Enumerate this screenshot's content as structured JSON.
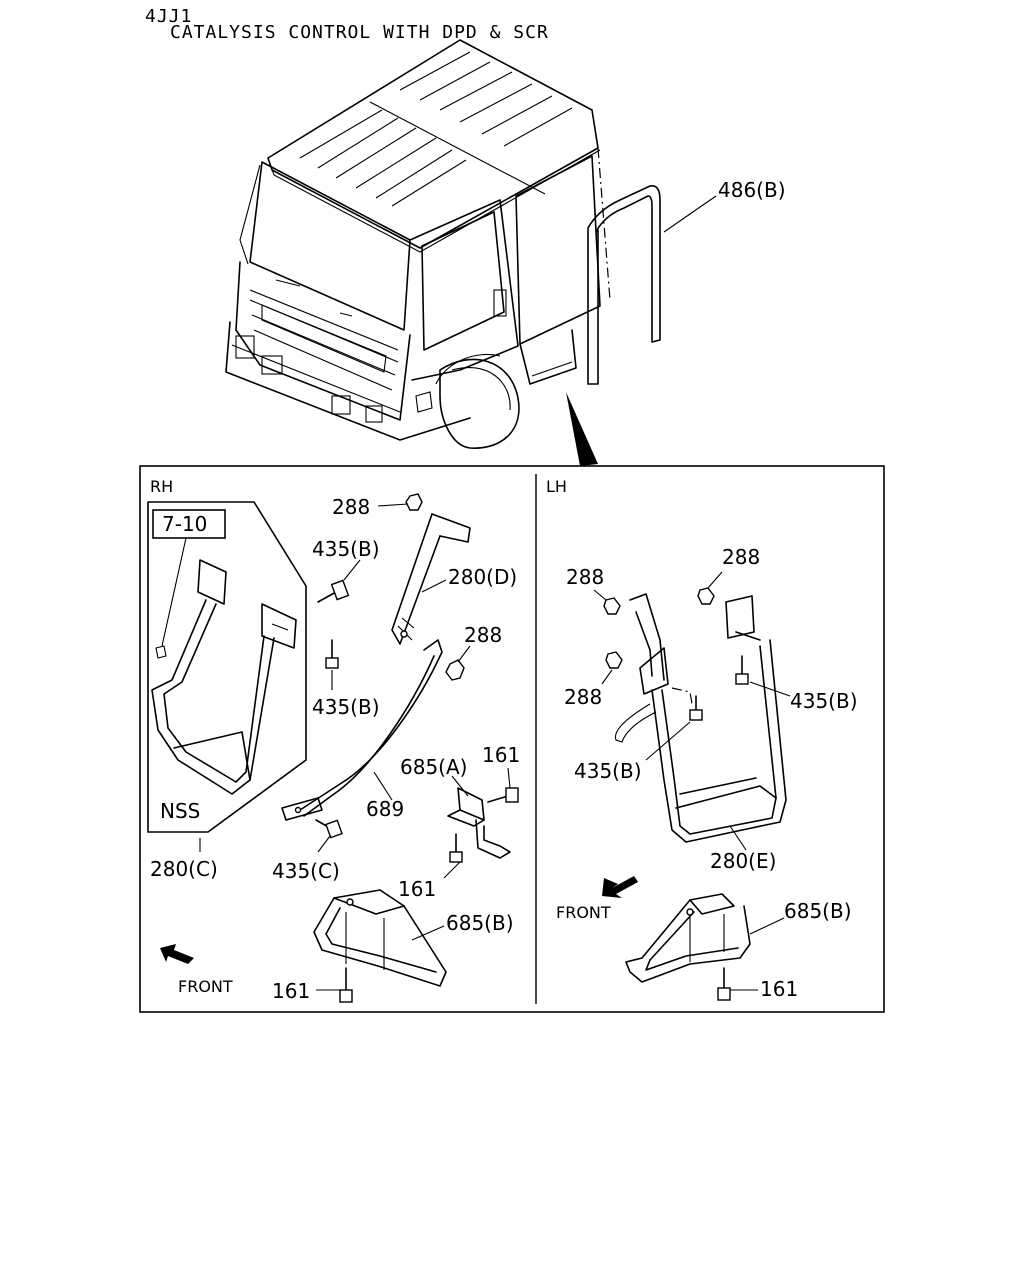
{
  "header": {
    "code": "4JJ1",
    "title": "CATALYSIS CONTROL WITH DPD & SCR"
  },
  "truck": {
    "callout_label": "486(B)"
  },
  "panel": {
    "rh_label": "RH",
    "lh_label": "LH",
    "rh": {
      "ref_box": "7-10",
      "nss": "NSS",
      "front": "FRONT",
      "labels": {
        "p288_top": "288",
        "p435b_a": "435(B)",
        "p280d": "280(D)",
        "p288_right": "288",
        "p435b_b": "435(B)",
        "p685a": "685(A)",
        "p161_top": "161",
        "p689": "689",
        "p280c": "280(C)",
        "p435c": "435(C)",
        "p161_mid": "161",
        "p685b": "685(B)",
        "p161_bottom": "161"
      }
    },
    "lh": {
      "front": "FRONT",
      "labels": {
        "p288_a": "288",
        "p288_b": "288",
        "p288_c": "288",
        "p435b_a": "435(B)",
        "p435b_b": "435(B)",
        "p280e": "280(E)",
        "p685b": "685(B)",
        "p161": "161"
      }
    }
  }
}
